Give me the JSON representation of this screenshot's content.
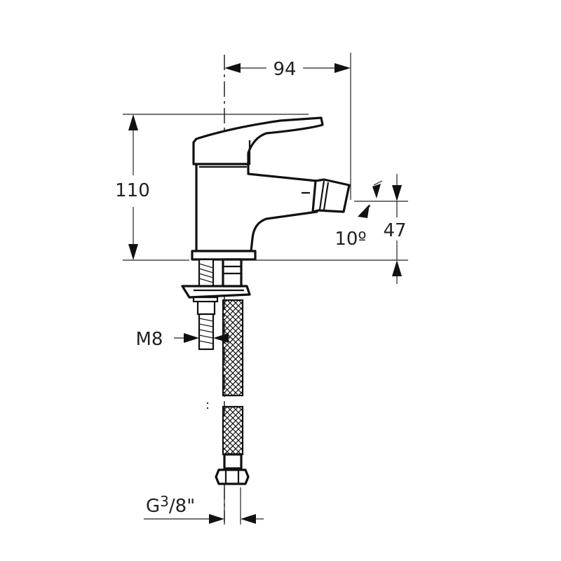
{
  "drawing": {
    "dimensions": {
      "width_top": "94",
      "height_overall": "110",
      "spout_height": "47",
      "spout_angle": "10º",
      "thread_rod": "M8",
      "hose_thread_prefix": "G",
      "hose_thread_sup": "3",
      "hose_thread_suffix": "/8\""
    },
    "colors": {
      "line": "#111111",
      "background": "#ffffff"
    }
  }
}
